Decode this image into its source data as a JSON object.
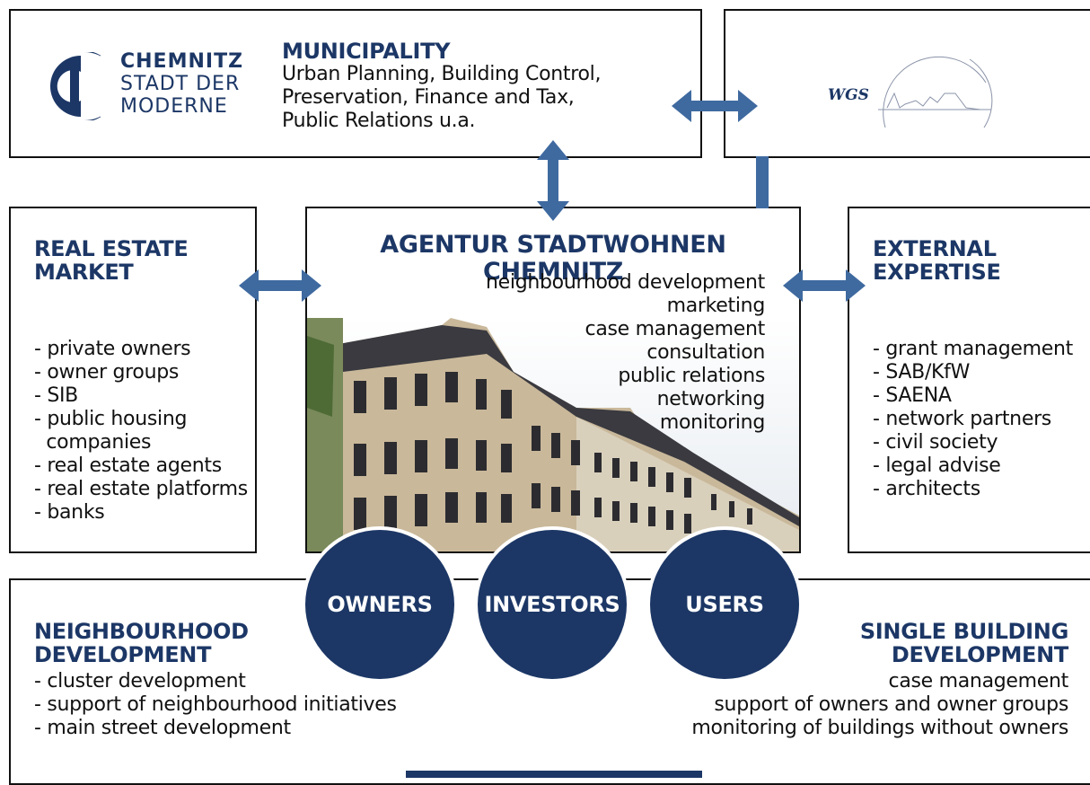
{
  "municipality": {
    "logo_line1": "CHEMNITZ",
    "logo_line2": "STADT DER",
    "logo_line3": "MODERNE",
    "title": "MUNICIPALITY",
    "line1": "Urban Planning, Building Control,",
    "line2": "Preservation, Finance and Tax,",
    "line3": "Public Relations u.a."
  },
  "wgs": {
    "logo_text": "WGS"
  },
  "agency": {
    "title": "AGENTUR STADTWOHNEN CHEMNITZ",
    "services": [
      "neighbourhood development",
      "marketing",
      "case management",
      "consultation",
      "public relations",
      "networking",
      "monitoring"
    ]
  },
  "real_estate": {
    "title_line1": "REAL ESTATE",
    "title_line2": "MARKET",
    "items": [
      "- private owners",
      "- owner groups",
      "- SIB",
      "- public housing",
      "  companies",
      "- real estate agents",
      "- real estate platforms",
      "- banks"
    ]
  },
  "external": {
    "title_line1": "EXTERNAL",
    "title_line2": "EXPERTISE",
    "items": [
      "- grant management",
      "- SAB/KfW",
      "- SAENA",
      "- network partners",
      "- civil society",
      "- legal advise",
      "- architects"
    ]
  },
  "circles": {
    "owners": "OWNERS",
    "investors": "INVESTORS",
    "users": "USERS"
  },
  "neighbourhood": {
    "title_line1": "NEIGHBOURHOOD",
    "title_line2": "DEVELOPMENT",
    "items": [
      "- cluster development",
      "- support of neighbourhood initiatives",
      "- main street development"
    ]
  },
  "single_building": {
    "title_line1": "SINGLE BUILDING",
    "title_line2": "DEVELOPMENT",
    "items": [
      "case management",
      "support of owners and owner groups",
      "monitoring of buildings without owners"
    ]
  },
  "colors": {
    "navy": "#1c3766",
    "border": "#111111",
    "arrow": "#3f6aa0"
  }
}
